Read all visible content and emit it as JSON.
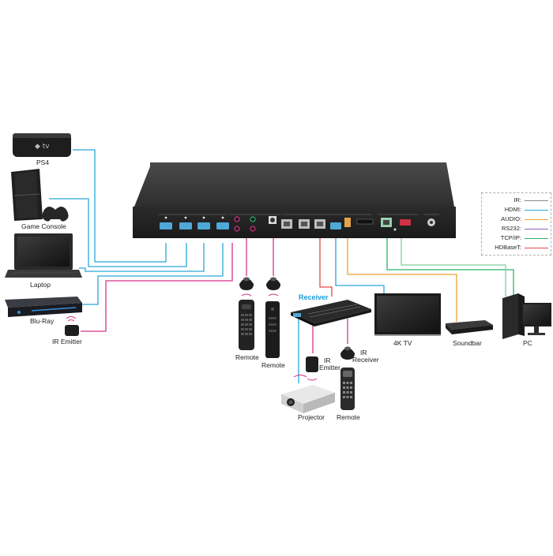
{
  "labels": {
    "ps4": "PS4",
    "game_console": "Game Console",
    "laptop": "Laptop",
    "bluray": "Blu-Ray",
    "ir_emitter_left": "IR Emitter",
    "remote_1": "Remote",
    "remote_2": "Remote",
    "receiver": "Receiver",
    "ir_emitter_mid_1": "IR",
    "ir_emitter_mid_2": "Emitter",
    "ir_receiver_1": "IR",
    "ir_receiver_2": "Receiver",
    "projector": "Projector",
    "remote_3": "Remote",
    "tv": "4K TV",
    "soundbar": "Soundbar",
    "pc": "PC"
  },
  "legend": [
    {
      "label": "IR:",
      "color": "#8a8a8a"
    },
    {
      "label": "HDMI:",
      "color": "#2aa7d8"
    },
    {
      "label": "AUDIO:",
      "color": "#f0a030"
    },
    {
      "label": "RS232:",
      "color": "#8e5fc0"
    },
    {
      "label": "TCP/IP:",
      "color": "#2fb36a"
    },
    {
      "label": "HDBaseT:",
      "color": "#e24a4a"
    }
  ],
  "colors": {
    "ir": "#8a8a8a",
    "hdmi": "#2aa7d8",
    "audio": "#f0a030",
    "rs232": "#8e5fc0",
    "tcpip": "#2fb36a",
    "hdbaset": "#e24a4a",
    "ir_pink": "#d6338a",
    "device_dark": "#232323",
    "panel": "#2b2b2b"
  }
}
